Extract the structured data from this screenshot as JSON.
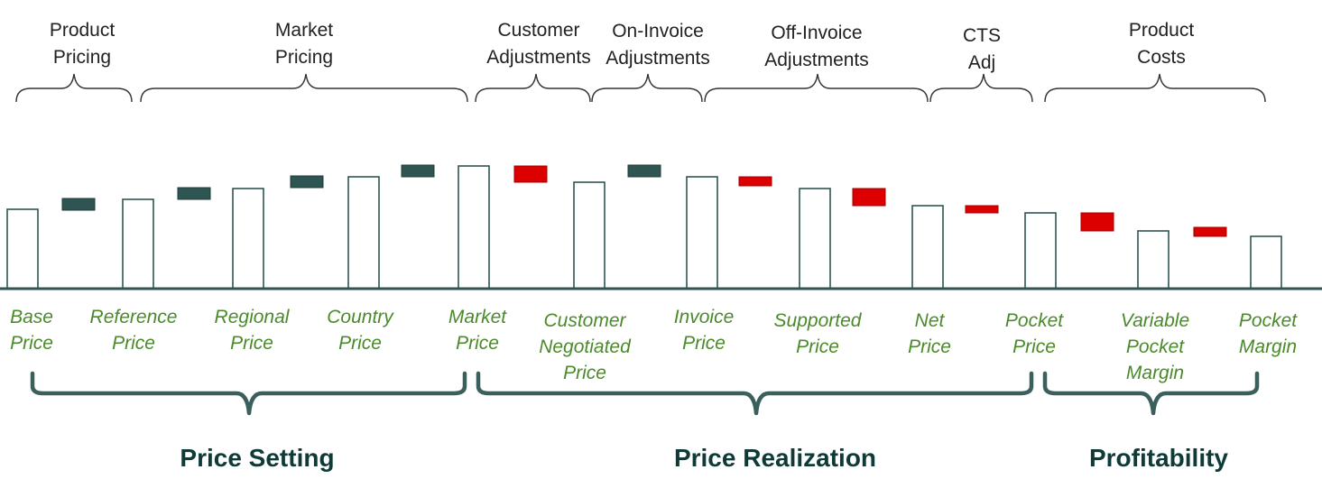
{
  "colors": {
    "baseline": "#2f5552",
    "bar_outline": "#2f5552",
    "bar_fill": "#ffffff",
    "increase": "#2f5552",
    "decrease": "#dd0000",
    "bar_label": "#4a8a2a",
    "section_label": "#0f3a38"
  },
  "top_groups": [
    {
      "lines": [
        "Product",
        "Pricing"
      ]
    },
    {
      "lines": [
        "Market",
        "Pricing"
      ]
    },
    {
      "lines": [
        "Customer",
        "Adjustments"
      ]
    },
    {
      "lines": [
        "On-Invoice",
        "Adjustments"
      ]
    },
    {
      "lines": [
        "Off-Invoice",
        "Adjustments"
      ]
    },
    {
      "lines": [
        "CTS",
        "Adj"
      ]
    },
    {
      "lines": [
        "Product",
        "Costs"
      ]
    }
  ],
  "sections": [
    {
      "label": "Price Setting"
    },
    {
      "label": "Price Realization"
    },
    {
      "label": "Profitability"
    }
  ],
  "chart_data": {
    "type": "waterfall",
    "bars": [
      {
        "label": [
          "Base",
          "Price"
        ],
        "value": 88
      },
      {
        "label": [
          "Reference",
          "Price"
        ],
        "value": 99
      },
      {
        "label": [
          "Regional",
          "Price"
        ],
        "value": 111
      },
      {
        "label": [
          "Country",
          "Price"
        ],
        "value": 124
      },
      {
        "label": [
          "Market",
          "Price"
        ],
        "value": 136
      },
      {
        "label": [
          "Customer",
          "Negotiated",
          "Price"
        ],
        "value": 118
      },
      {
        "label": [
          "Invoice",
          "Price"
        ],
        "value": 124
      },
      {
        "label": [
          "Supported",
          "Price"
        ],
        "value": 111
      },
      {
        "label": [
          "Net",
          "Price"
        ],
        "value": 92
      },
      {
        "label": [
          "Pocket",
          "Price"
        ],
        "value": 84
      },
      {
        "label": [
          "Variable",
          "Pocket",
          "Margin"
        ],
        "value": 64
      },
      {
        "label": [
          "Pocket",
          "Margin"
        ],
        "value": 58
      }
    ],
    "adjustments": [
      {
        "from": 88,
        "to": 99,
        "direction": "up"
      },
      {
        "from": 99,
        "to": 111,
        "direction": "up"
      },
      {
        "from": 111,
        "to": 124,
        "direction": "up"
      },
      {
        "from": 124,
        "to": 136,
        "direction": "up"
      },
      {
        "from": 136,
        "to": 118,
        "direction": "down"
      },
      {
        "from": 124,
        "to": 136,
        "direction": "up"
      },
      {
        "from": 124,
        "to": 114,
        "direction": "down"
      },
      {
        "from": 111,
        "to": 92,
        "direction": "down"
      },
      {
        "from": 92,
        "to": 84,
        "direction": "down"
      },
      {
        "from": 84,
        "to": 64,
        "direction": "down"
      },
      {
        "from": 68,
        "to": 58,
        "direction": "down"
      }
    ]
  }
}
